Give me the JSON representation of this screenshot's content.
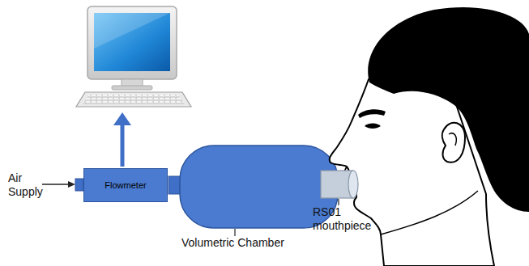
{
  "diagram": {
    "nodes": [
      {
        "text": [
          "Flowmeter"
        ]
      }
    ],
    "labels": [
      "Air Supply",
      "Volumetric Chamber",
      "RS01 mouthpiece"
    ]
  }
}
